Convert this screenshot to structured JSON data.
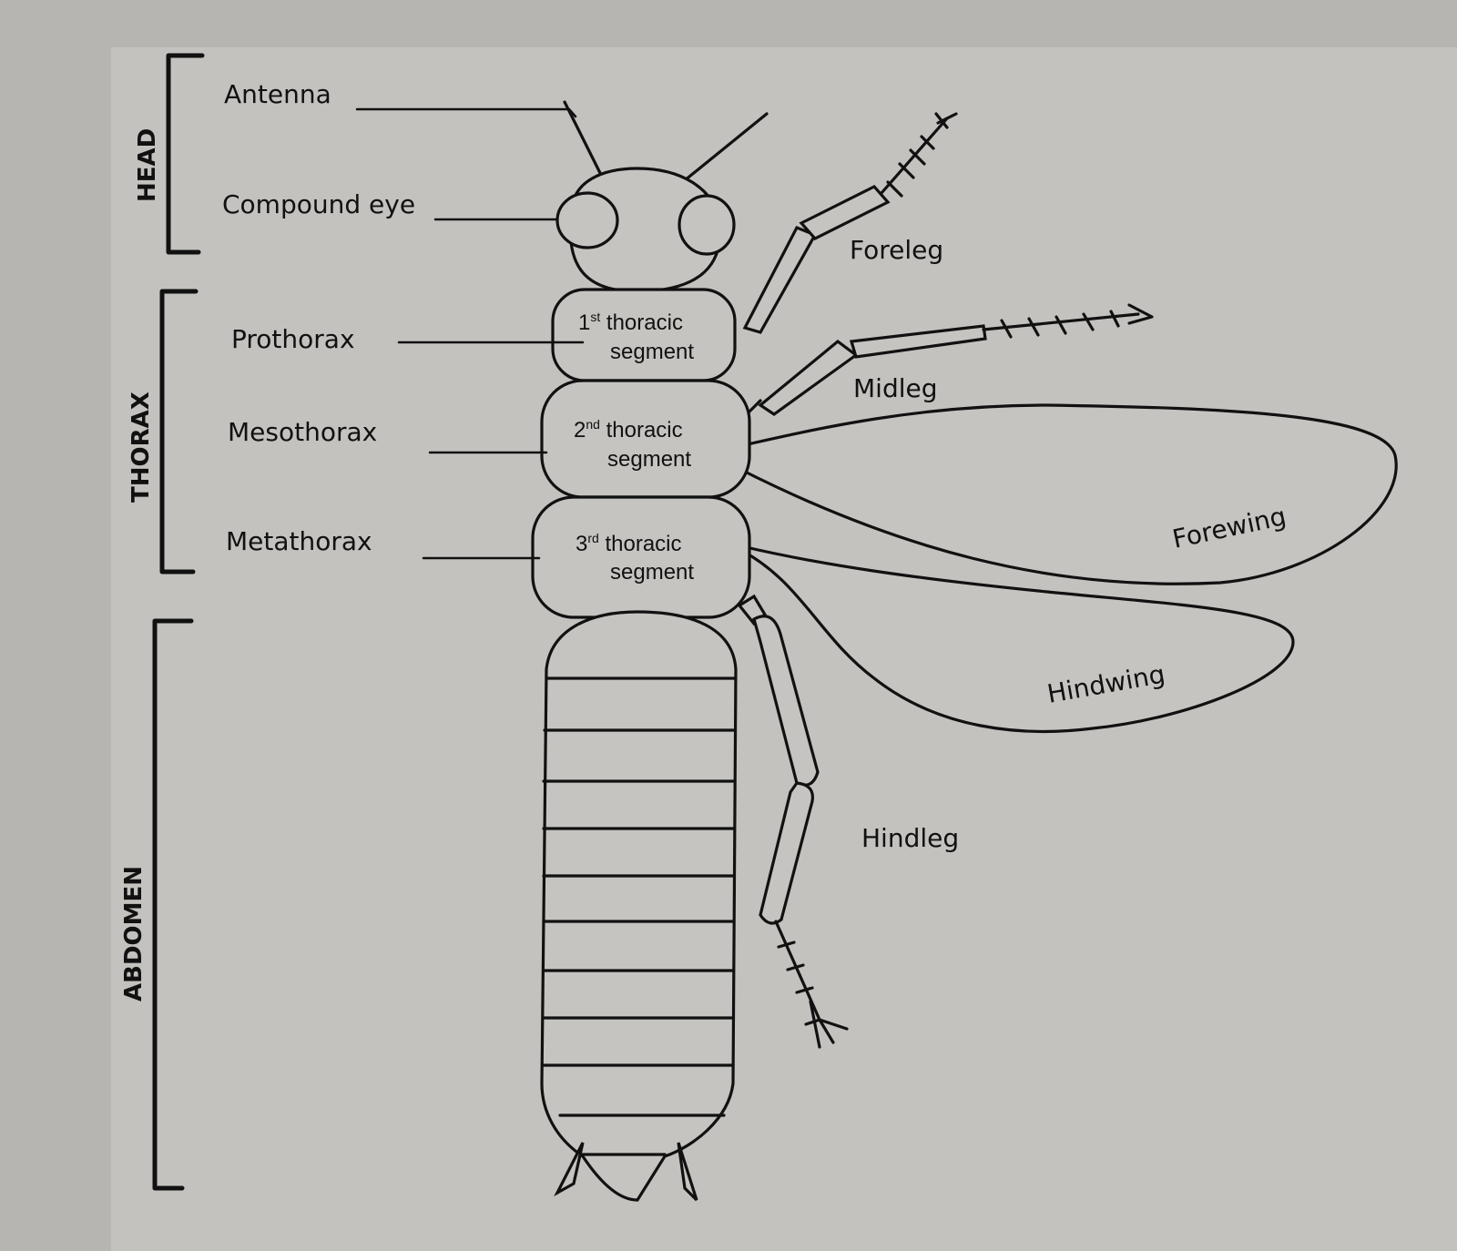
{
  "regions": {
    "head": "HEAD",
    "thorax": "THORAX",
    "abdomen": "ABDOMEN"
  },
  "labels": {
    "antenna": "Antenna",
    "compound_eye": "Compound eye",
    "prothorax": "Prothorax",
    "mesothorax": "Mesothorax",
    "metathorax": "Metathorax",
    "foreleg": "Foreleg",
    "midleg": "Midleg",
    "forewing": "Forewing",
    "hindwing": "Hindwing",
    "hindleg": "Hindleg"
  },
  "segments": [
    {
      "ordinal": "1",
      "suffix": "st",
      "line1": " thoracic",
      "line2": "segment"
    },
    {
      "ordinal": "2",
      "suffix": "nd",
      "line1": " thoracic",
      "line2": "segment"
    },
    {
      "ordinal": "3",
      "suffix": "rd",
      "line1": " thoracic",
      "line2": "segment"
    }
  ],
  "colors": {
    "background": "#b7b5b2",
    "paper": "#c6c4c1",
    "ink": "#111111"
  }
}
